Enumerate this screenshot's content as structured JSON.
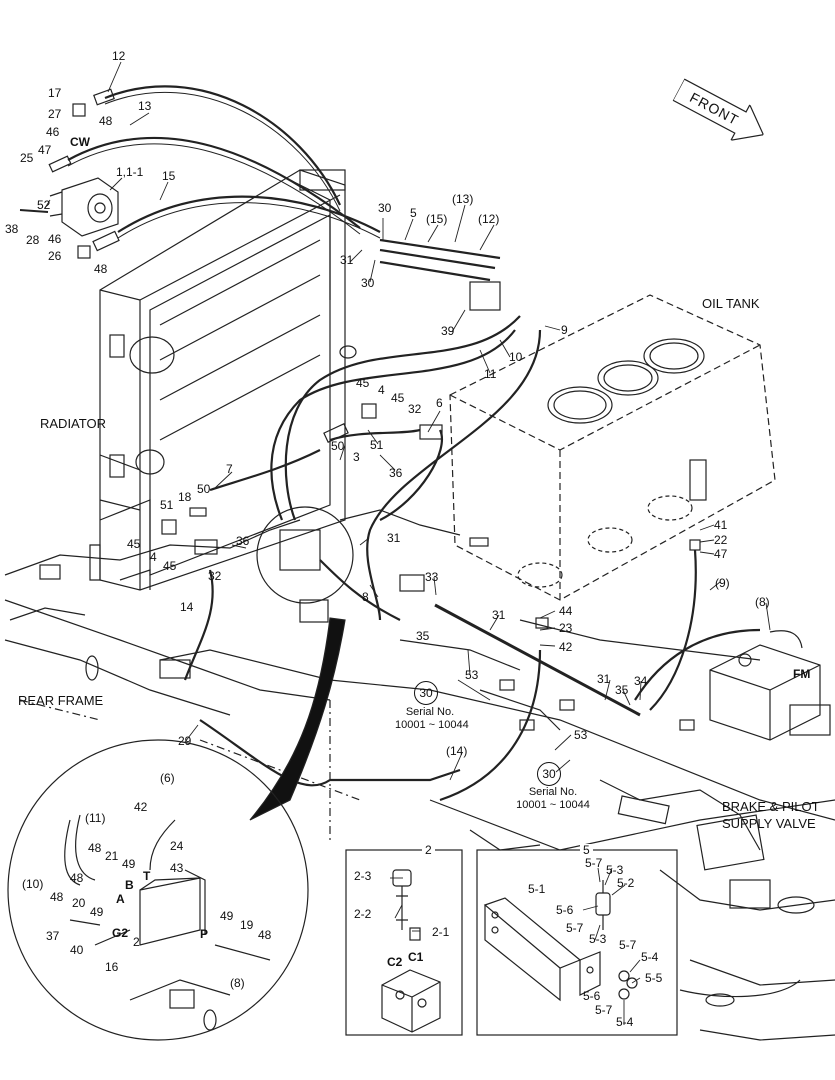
{
  "labels": {
    "front": "FRONT",
    "oil_tank": "OIL TANK",
    "radiator": "RADIATOR",
    "rear_frame": "REAR FRAME",
    "brake_valve_1": "BRAKE & PILOT",
    "brake_valve_2": "SUPPLY VALVE",
    "cw": "CW",
    "fm": "FM",
    "serial_title": "Serial No.",
    "serial_range": "10001 ~ 10044"
  },
  "parts": {
    "p1": "1,1-1",
    "p2": "2",
    "p3": "3",
    "p4": "4",
    "p5": "5",
    "p6": "6",
    "p7": "7",
    "p8": "8",
    "p8b": "(8)",
    "p9": "9",
    "p9b": "(9)",
    "p10": "10",
    "p10b": "(10)",
    "p11": "11",
    "p11b": "(11)",
    "p12": "12",
    "p12b": "(12)",
    "p13": "13",
    "p13b": "(13)",
    "p14": "14",
    "p14b": "(14)",
    "p15": "15",
    "p15b": "(15)",
    "p16": "16",
    "p17": "17",
    "p18": "18",
    "p19": "19",
    "p20": "20",
    "p21": "21",
    "p22": "22",
    "p23": "23",
    "p24": "24",
    "p25": "25",
    "p26": "26",
    "p27": "27",
    "p28": "28",
    "p29": "29",
    "p30": "30",
    "p31": "31",
    "p32": "32",
    "p33": "33",
    "p34": "34",
    "p35": "35",
    "p36": "36",
    "p37": "37",
    "p38": "38",
    "p39": "39",
    "p40": "40",
    "p41": "41",
    "p42": "42",
    "p43": "43",
    "p44": "44",
    "p45": "45",
    "p46": "46",
    "p47": "47",
    "p48": "48",
    "p49": "49",
    "p50": "50",
    "p51": "51",
    "p52": "52",
    "p53": "53",
    "p6b": "(6)"
  },
  "ports": {
    "a": "A",
    "b": "B",
    "t": "T",
    "p": "P",
    "g2": "G2",
    "c1": "C1",
    "c2": "C2"
  },
  "box2": {
    "title": "2",
    "items": [
      "2-1",
      "2-2",
      "2-3"
    ]
  },
  "box5": {
    "title": "5",
    "items": [
      "5-1",
      "5-2",
      "5-3",
      "5-4",
      "5-5",
      "5-6",
      "5-7"
    ]
  }
}
